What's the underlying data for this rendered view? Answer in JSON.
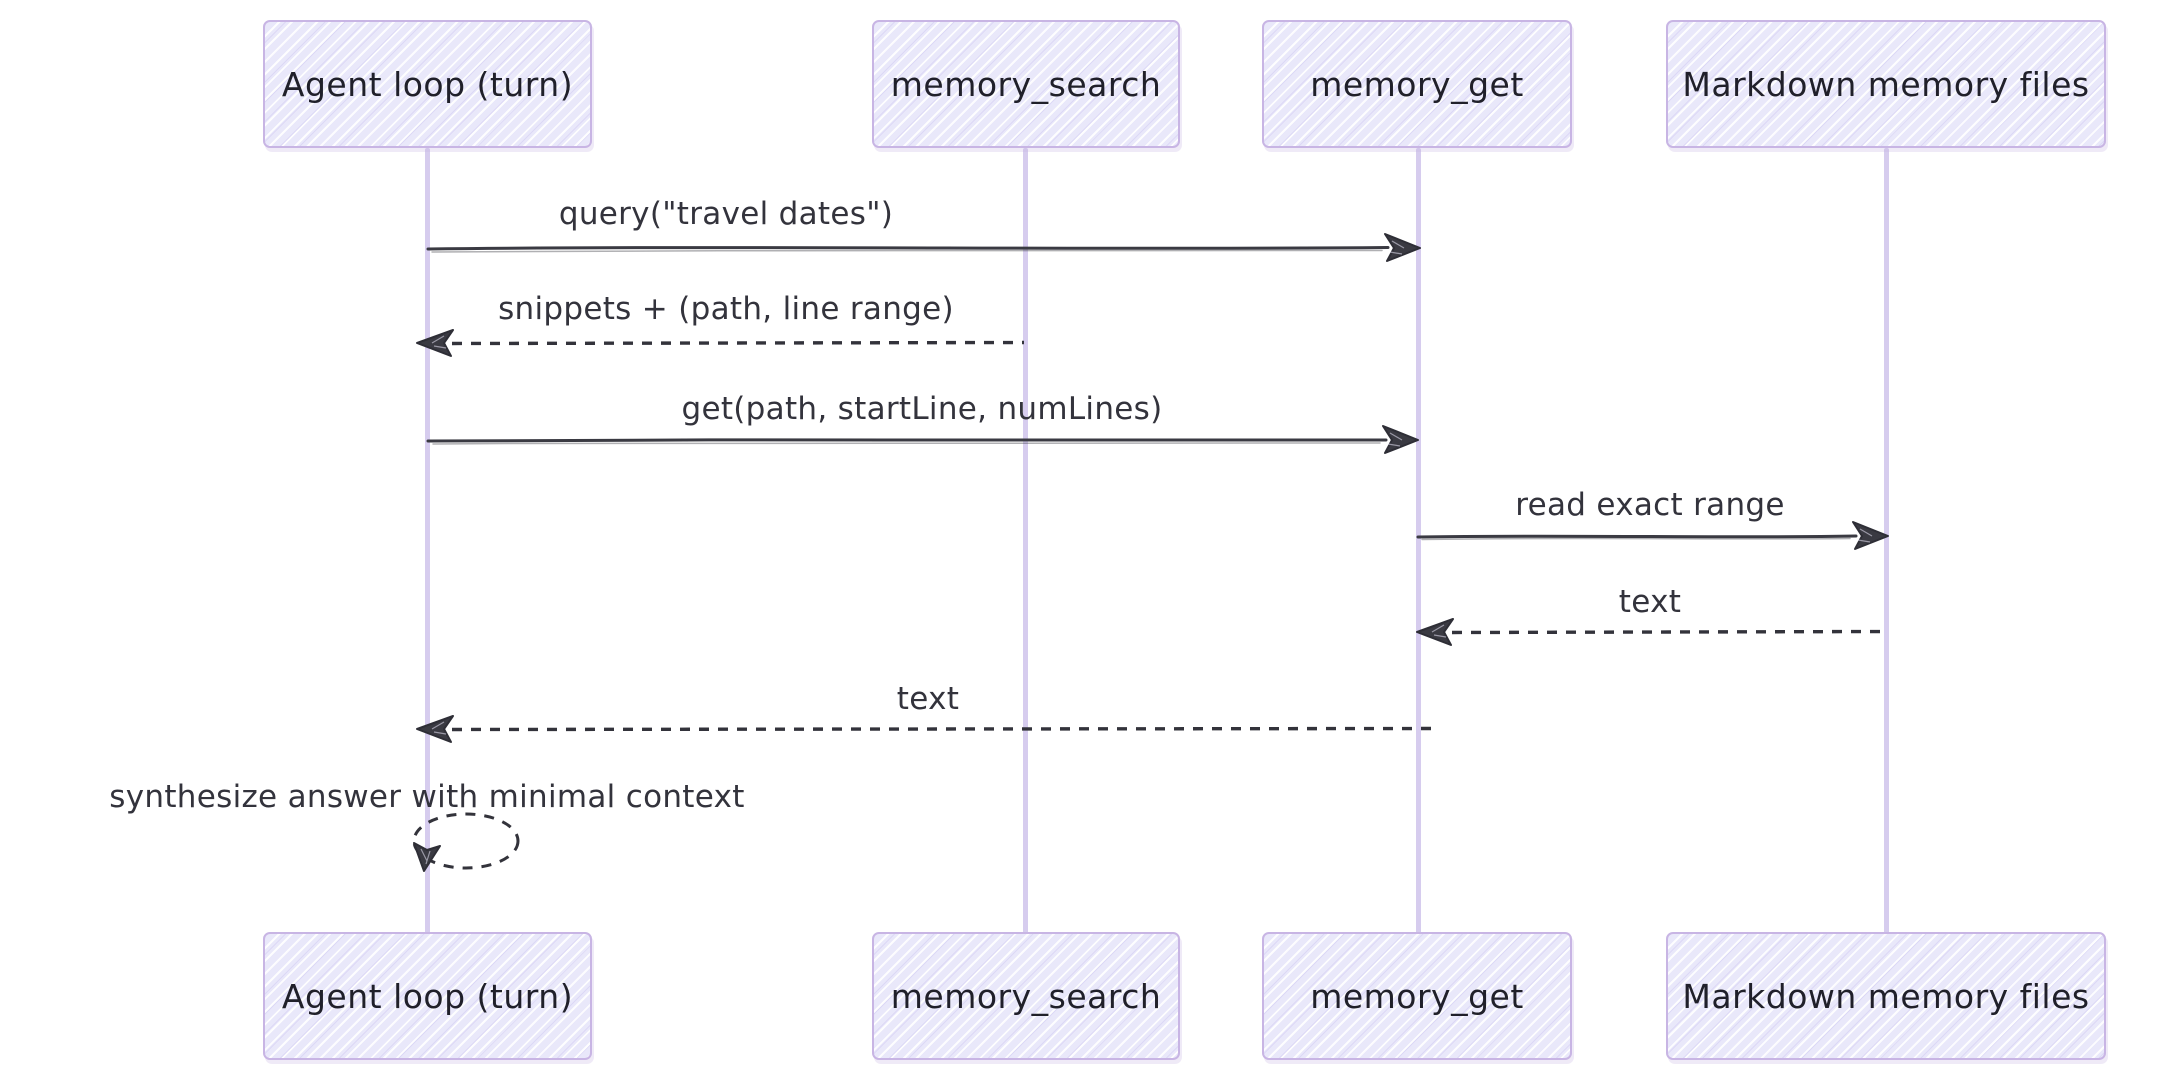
{
  "diagram": {
    "type": "sequence-diagram",
    "style": "hand-drawn",
    "background_color": "#ffffff",
    "colors": {
      "participant_fill": "#e9e8fa",
      "participant_border": "#c8b5e4",
      "lifeline": "#d6ccee",
      "text": "#20202a",
      "arrow": "#3a3a42"
    },
    "participants": [
      {
        "id": "agent-loop",
        "label": "Agent loop (turn)"
      },
      {
        "id": "memory-search",
        "label": "memory_search"
      },
      {
        "id": "memory-get",
        "label": "memory_get"
      },
      {
        "id": "markdown-memory-files",
        "label": "Markdown memory files"
      }
    ],
    "messages": [
      {
        "from": "agent-loop",
        "to": "memory-search",
        "label": "query(\"travel dates\")",
        "line": "solid",
        "direction": "right"
      },
      {
        "from": "memory-search",
        "to": "agent-loop",
        "label": "snippets + (path, line range)",
        "line": "dashed",
        "direction": "left"
      },
      {
        "from": "agent-loop",
        "to": "memory-get",
        "label": "get(path, startLine, numLines)",
        "line": "solid",
        "direction": "right"
      },
      {
        "from": "memory-get",
        "to": "markdown-memory-files",
        "label": "read exact range",
        "line": "solid",
        "direction": "right"
      },
      {
        "from": "markdown-memory-files",
        "to": "memory-get",
        "label": "text",
        "line": "dashed",
        "direction": "left"
      },
      {
        "from": "memory-get",
        "to": "agent-loop",
        "label": "text",
        "line": "dashed",
        "direction": "left"
      },
      {
        "from": "agent-loop",
        "to": "agent-loop",
        "label": "synthesize answer with minimal context",
        "line": "dashed",
        "direction": "self"
      }
    ]
  }
}
